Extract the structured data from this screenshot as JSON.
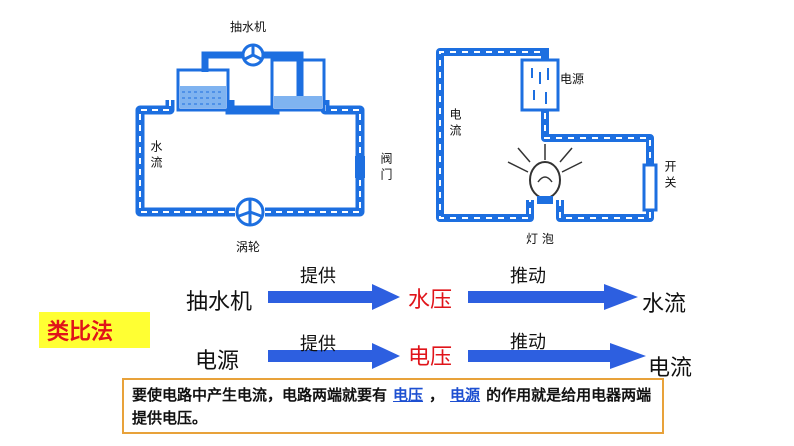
{
  "water_circuit": {
    "pump_label": "抽水机",
    "flow_label": "水流",
    "valve_label": "阀门",
    "turbine_label": "涡轮"
  },
  "electric_circuit": {
    "source_label": "电源",
    "current_label": "电流",
    "switch_label": "开关",
    "bulb_label": "灯 泡"
  },
  "method_label": "类比法",
  "analogy": {
    "row1": {
      "start": "抽水机",
      "verb1": "提供",
      "middle": "水压",
      "verb2": "推动",
      "end": "水流"
    },
    "row2": {
      "start": "电源",
      "verb1": "提供",
      "middle": "电压",
      "verb2": "推动",
      "end": "电流"
    }
  },
  "note": {
    "text1": "要使电路中产生电流，电路两端就要有",
    "blank1": "电压",
    "sep": "，",
    "blank2": "电源",
    "text2": "的作用就是给用电器两端提供电压。"
  },
  "colors": {
    "accent_blue": "#2d5fe0",
    "pipe_blue": "#1d6fe0",
    "highlight_red": "#e0141a",
    "box_yellow": "#ffff33"
  }
}
